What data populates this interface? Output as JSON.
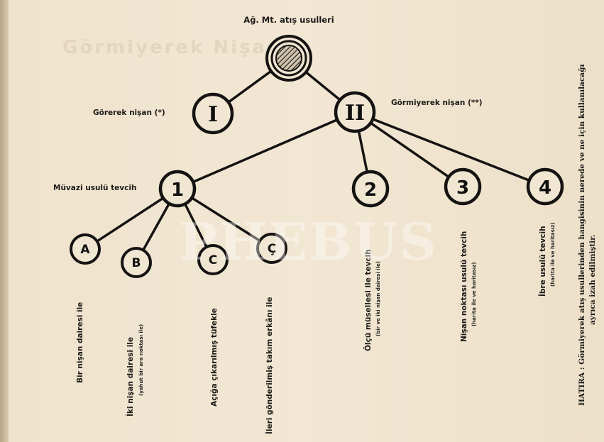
{
  "title": "Ağ. Mt. atış usulleri",
  "ghost_text": "Görmiyerek Nişan",
  "watermark": "PHEBUS",
  "branch_labels": {
    "seeing": "Görerek nişan (*)",
    "not_seeing": "Görmiyerek nişan (**)",
    "parallel": "Müvazi usulü tevcih"
  },
  "nodes": {
    "I": "I",
    "II": "II",
    "n1": "1",
    "n2": "2",
    "n3": "3",
    "n4": "4",
    "A": "A",
    "B": "B",
    "C": "C",
    "Ç": "Ç"
  },
  "leaf_labels": {
    "A": {
      "main": "Bir nişan dairesi ile"
    },
    "B": {
      "main": "İki nişan dairesi ile",
      "sub": "(yahut bir ara noktası ile)"
    },
    "C": {
      "main": "Açığa çıkarılmış tüfekle"
    },
    "Ç": {
      "main": "İleri gönderilmiş takım erkânı ile"
    },
    "n2": {
      "main": "Ölçü müsellesi ile tevcih",
      "sub": "(bir ve iki nişan dairesi ile)"
    },
    "n3": {
      "main": "Nişan noktası usulü tevcih",
      "sub": "(harita ile ve haritasız)"
    },
    "n4": {
      "main": "İbre usulü tevcih",
      "sub": "(harita ile ve haritasız)"
    }
  },
  "note": {
    "line1": "HATIRA : Görmiyerek atış usullerinden hangisinin nerede ve ne için kullanılacağı",
    "line2": "ayrıca izah edilmiştir."
  }
}
